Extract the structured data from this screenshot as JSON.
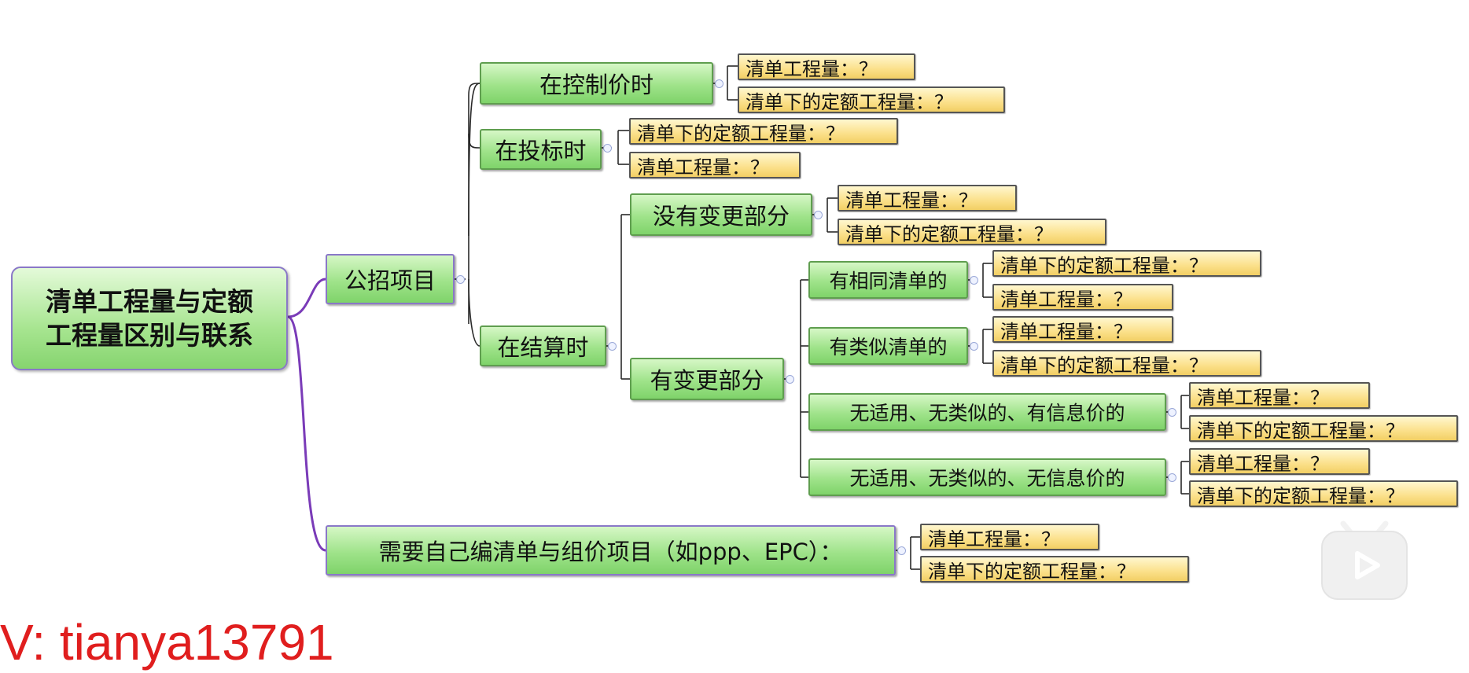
{
  "root": {
    "line1": "清单工程量与定额",
    "line2": "工程量区别与联系"
  },
  "branches": {
    "public_bidding": {
      "label": "公招项目",
      "control_price": {
        "label": "在控制价时",
        "items": [
          "清单工程量：？",
          "清单下的定额工程量：？"
        ]
      },
      "bidding": {
        "label": "在投标时",
        "items": [
          "清单下的定额工程量：？",
          "清单工程量：？"
        ]
      },
      "settlement": {
        "label": "在结算时",
        "no_change": {
          "label": "没有变更部分",
          "items": [
            "清单工程量：？",
            "清单下的定额工程量：？"
          ]
        },
        "changed": {
          "label": "有变更部分",
          "same": {
            "label": "有相同清单的",
            "items": [
              "清单下的定额工程量：？",
              "清单工程量：？"
            ]
          },
          "similar": {
            "label": "有类似清单的",
            "items": [
              "清单工程量：？",
              "清单下的定额工程量：？"
            ]
          },
          "info_price": {
            "label": "无适用、无类似的、有信息价的",
            "items": [
              "清单工程量：？",
              "清单下的定额工程量：？"
            ]
          },
          "no_info_price": {
            "label": "无适用、无类似的、无信息价的",
            "items": [
              "清单工程量：？",
              "清单下的定额工程量：？"
            ]
          }
        }
      }
    },
    "self_compiled": {
      "label": "需要自己编清单与组价项目（如ppp、EPC）：",
      "items": [
        "清单工程量：？",
        "清单下的定额工程量：？"
      ]
    }
  },
  "watermark": "V: tianya13791",
  "icons": {
    "overlay": "play-icon"
  },
  "colors": {
    "node_green": "#9fe38a",
    "leaf_yellow": "#fbe08a",
    "root_line": "#7a3bb8",
    "watermark_red": "#e01e1e"
  }
}
